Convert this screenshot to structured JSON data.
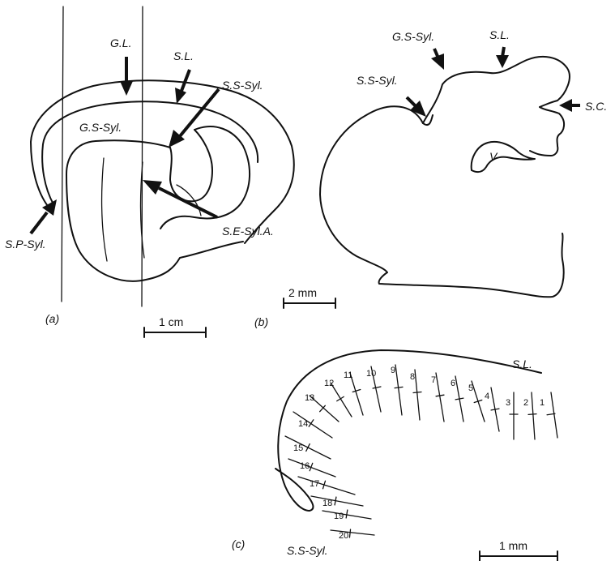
{
  "panel_a": {
    "label": "(a)",
    "labels": {
      "gl": "G.L.",
      "sl": "S.L.",
      "ssyl": "S.S-Syl.",
      "gssyl": "G.S-Syl.",
      "esyla": "S.E-Syl.A.",
      "psyl": "S.P-Syl."
    },
    "scale_label": "1 cm"
  },
  "panel_b": {
    "label": "(b)",
    "labels": {
      "gssyl": "G.S-Syl.",
      "sl": "S.L.",
      "ssyl": "S.S-Syl.",
      "sc": "S.C.",
      "v": "V"
    },
    "scale_label": "2 mm"
  },
  "panel_c": {
    "label": "(c)",
    "sl": "S.L.",
    "ssyl": "S.S-Syl.",
    "tracks": [
      "1",
      "2",
      "3",
      "4",
      "5",
      "6",
      "7",
      "8",
      "9",
      "10",
      "11",
      "12",
      "13",
      "14",
      "15",
      "16",
      "17",
      "18",
      "19",
      "20"
    ],
    "scale_label": "1 mm"
  },
  "colors": {
    "ink": "#111111",
    "background": "#ffffff"
  }
}
